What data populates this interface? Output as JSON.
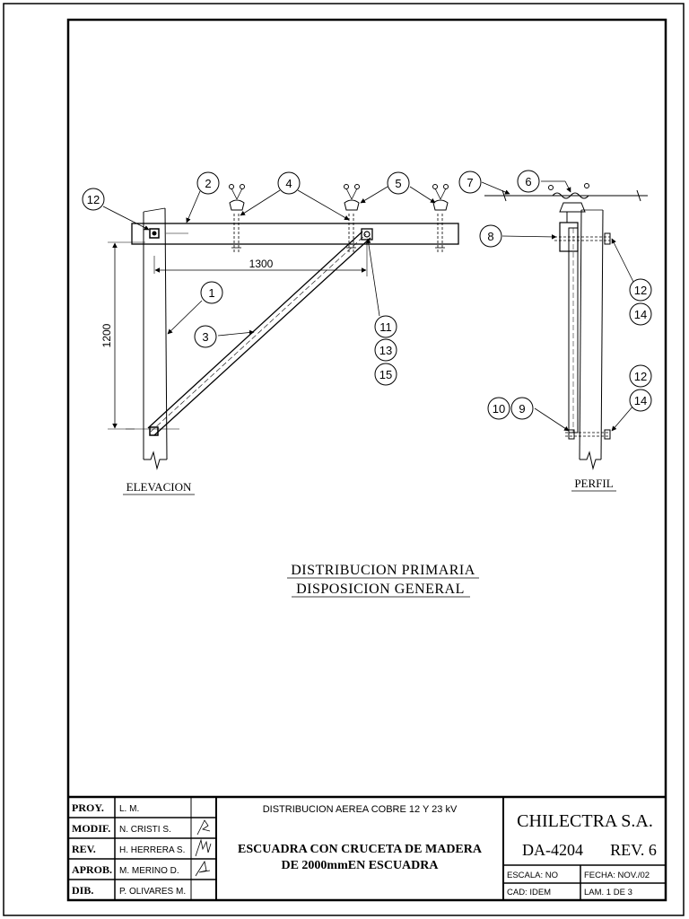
{
  "drawing": {
    "callouts": {
      "c1": "1",
      "c2": "2",
      "c3": "3",
      "c4": "4",
      "c5": "5",
      "c6": "6",
      "c7": "7",
      "c8": "8",
      "c12a": "12",
      "c11": "11",
      "c13": "13",
      "c15": "15",
      "c12b": "12",
      "c14b": "14",
      "c12c": "12",
      "c14c": "14",
      "c10": "10",
      "c9": "9"
    },
    "dimensions": {
      "horizontal": "1300",
      "vertical": "1200"
    },
    "view_labels": {
      "elevation": "ELEVACION",
      "profile": "PERFIL"
    },
    "heading": {
      "line1": "DISTRIBUCION PRIMARIA",
      "line2": "DISPOSICION GENERAL"
    }
  },
  "title_block": {
    "roles": [
      {
        "role": "PROY.",
        "name": "L. M."
      },
      {
        "role": "MODIF.",
        "name": "N. CRISTI S."
      },
      {
        "role": "REV.",
        "name": "H. HERRERA S."
      },
      {
        "role": "APROB.",
        "name": "M. MERINO D."
      },
      {
        "role": "DIB.",
        "name": "P. OLIVARES M."
      }
    ],
    "subtitle": "DISTRIBUCION AEREA COBRE 12 Y 23 kV",
    "title_line1": "ESCUADRA CON CRUCETA DE MADERA",
    "title_line2": "DE 2000mmEN ESCUADRA",
    "company": "CHILECTRA S.A.",
    "drawing_number": "DA-4204",
    "revision": "REV. 6",
    "scale": "ESCALA:  NO",
    "date": "FECHA: NOV./02",
    "cad": "CAD: IDEM",
    "sheet": "LAM. 1 DE 3"
  }
}
